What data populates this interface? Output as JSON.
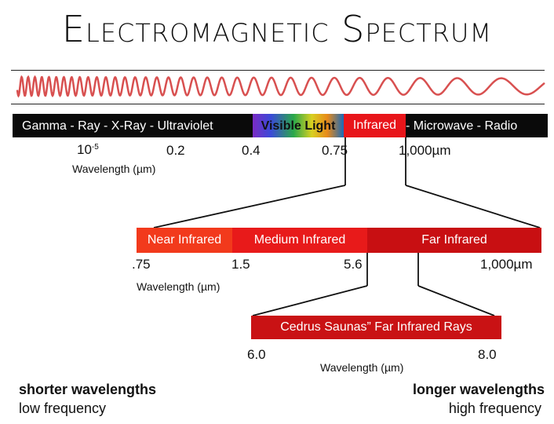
{
  "title": "Electromagnetic Spectrum",
  "spectrum_bar": {
    "left_label": "Gamma -  Ray - X-Ray - Ultraviolet",
    "visible_label": "Visible Light",
    "infrared_label": "Infrared",
    "right_label": "- Microwave - Radio"
  },
  "top_ticks": {
    "t1_base": "10",
    "t1_exp": "-5",
    "t2": "0.2",
    "t3": "0.4",
    "t4": "0.75",
    "t5": "1,000µm",
    "wavelength": "Wavelength (µm)"
  },
  "infrared_bar": {
    "near": "Near Infrared",
    "medium": "Medium Infrared",
    "far": "Far Infrared"
  },
  "mid_ticks": {
    "t1": ".75",
    "t2": "1.5",
    "t3": "5.6",
    "t4": "1,000µm",
    "wavelength": "Wavelength (µm)"
  },
  "sauna_bar": {
    "label": "Cedrus Saunas” Far Infrared Rays"
  },
  "sauna_ticks": {
    "t1": "6.0",
    "t2": "8.0",
    "wavelength": "Wavelength (µm)"
  },
  "footer": {
    "left_bold": "shorter wavelengths",
    "left_norm": "low frequency",
    "right_bold": "longer wavelengths",
    "right_norm": "high frequency"
  },
  "colors": {
    "wave": "#d85050",
    "black_bar": "#0a0a0a",
    "near_infrared": "#f23a1c",
    "medium_infrared": "#e81a1a",
    "far_infrared": "#c80f12",
    "sauna": "#c91214"
  }
}
